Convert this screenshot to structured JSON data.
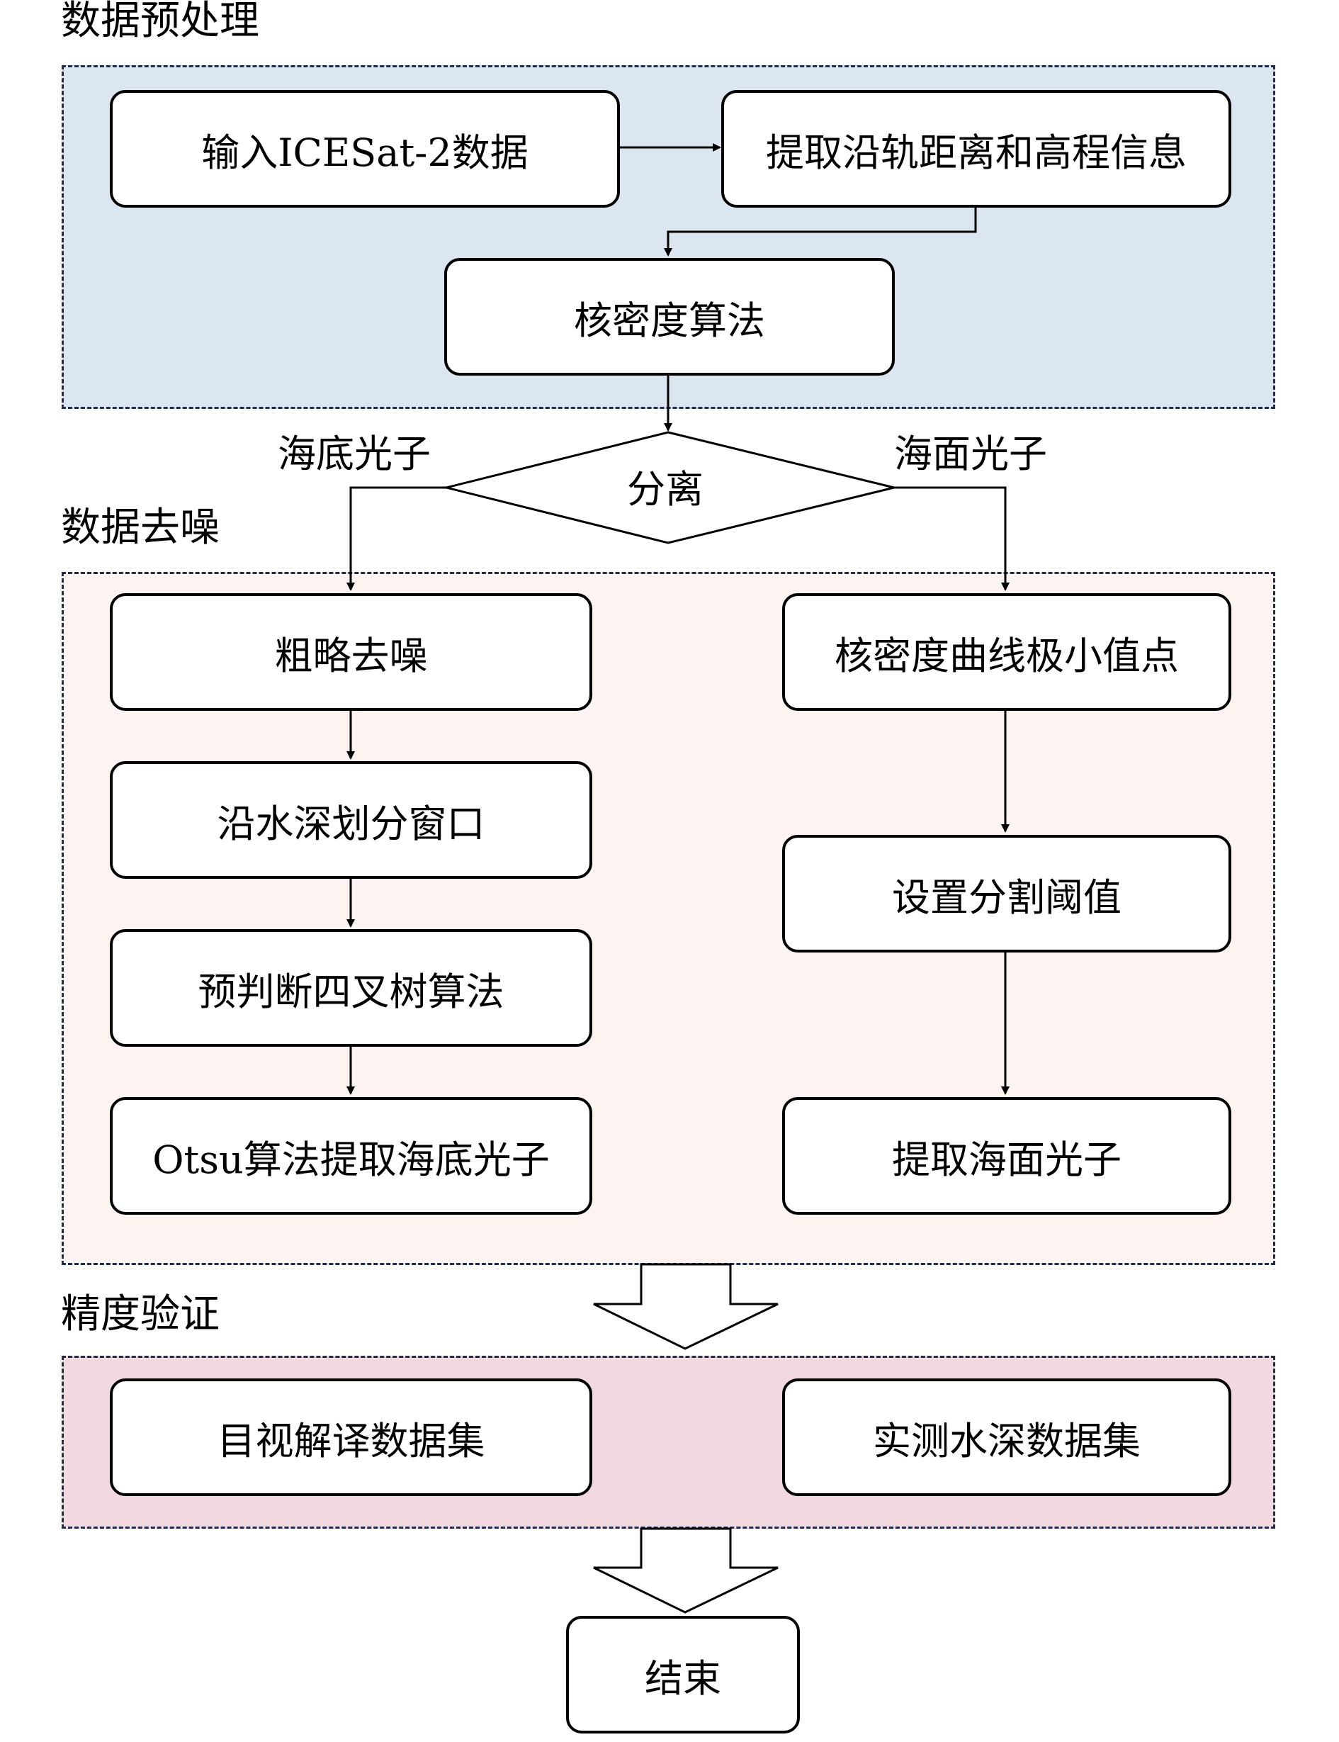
{
  "sections": {
    "preprocess": {
      "title": "数据预处理",
      "bg": "#dce6f1"
    },
    "denoise": {
      "title": "数据去噪",
      "bg": "#fdf3f1"
    },
    "validation": {
      "title": "精度验证",
      "bg": "#f2d9df"
    }
  },
  "nodes": {
    "input": "输入ICESat-2数据",
    "extract": "提取沿轨距离和高程信息",
    "kde": "核密度算法",
    "split": "分离",
    "coarse": "粗略去噪",
    "window": "沿水深划分窗口",
    "quadtree": "预判断四叉树算法",
    "otsu": "Otsu算法提取海底光子",
    "kde_min": "核密度曲线极小值点",
    "threshold": "设置分割阈值",
    "surface": "提取海面光子",
    "visual": "目视解译数据集",
    "measured": "实测水深数据集",
    "end": "结束"
  },
  "edge_labels": {
    "bottom": "海底光子",
    "surface": "海面光子"
  }
}
